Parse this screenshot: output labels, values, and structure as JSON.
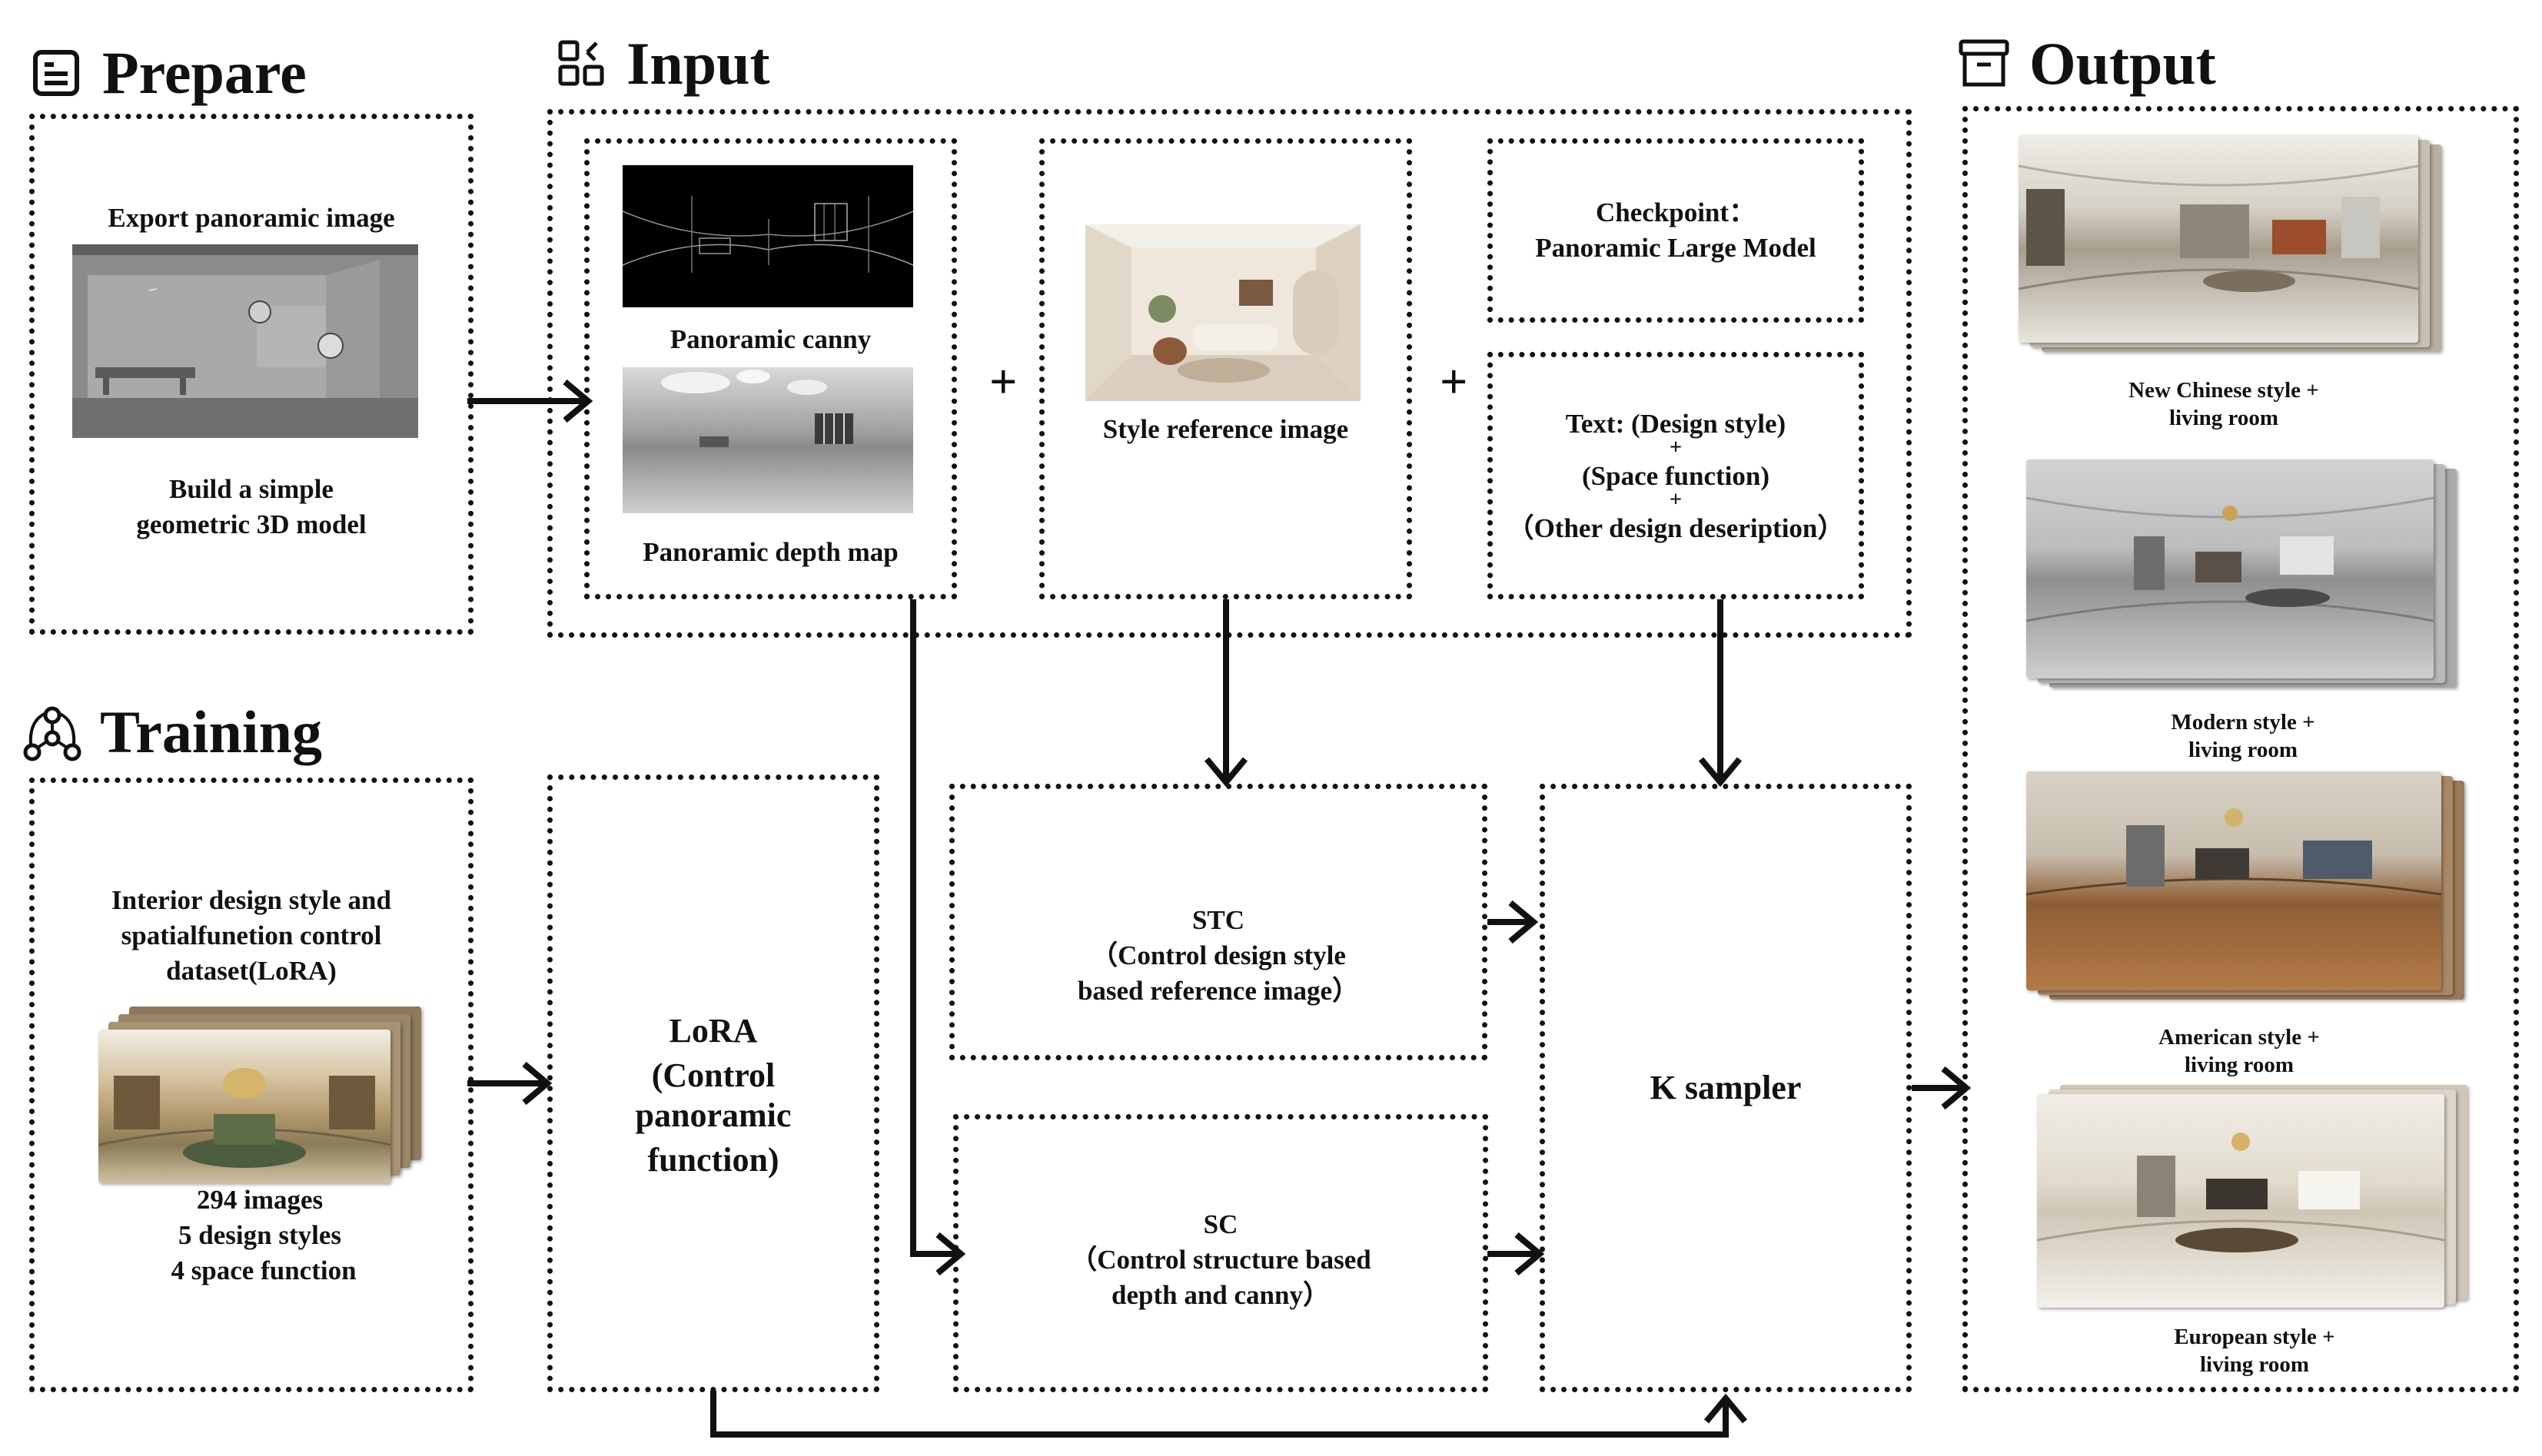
{
  "sections": {
    "prepare": "Prepare",
    "input": "Input",
    "output": "Output",
    "training": "Training"
  },
  "prepare": {
    "export_label": "Export panoramic image",
    "model_label_1": "Build a simple",
    "model_label_2": "geometric 3D model"
  },
  "input": {
    "canny_label": "Panoramic canny",
    "depth_label": "Panoramic depth map",
    "style_ref_label": "Style reference image",
    "checkpoint_1": "Checkpoint：",
    "checkpoint_2": "Panoramic Large Model",
    "text_1": "Text: (Design style)",
    "plus_small_1": "+",
    "text_2": "(Space function)",
    "plus_small_2": "+",
    "text_3": "（Other design deseription）",
    "plus": "+"
  },
  "training": {
    "dataset_1": "Interior design style and",
    "dataset_2": "spatialfunetion control",
    "dataset_3": "dataset(LoRA)",
    "stat_1": "294 images",
    "stat_2": "5 design styles",
    "stat_3": "4 space function"
  },
  "nodes": {
    "lora_1": "LoRA",
    "lora_2": "(Control",
    "lora_3": "panoramic",
    "lora_4": "function)",
    "stc_1": "STC",
    "stc_2": "（Control  design style",
    "stc_3": "based reference image）",
    "sc_1": "SC",
    "sc_2": "（Control structure based",
    "sc_3": "depth and canny）",
    "ksampler": "K sampler"
  },
  "outputs": [
    {
      "line1": "New Chinese style +",
      "line2": "living room"
    },
    {
      "line1": "Modern style +",
      "line2": "living room"
    },
    {
      "line1": "American style +",
      "line2": "living room"
    },
    {
      "line1": "European style +",
      "line2": "living room"
    }
  ],
  "icons": [
    "document-list-icon",
    "widgets-icon",
    "archive-box-icon",
    "network-nodes-icon"
  ]
}
